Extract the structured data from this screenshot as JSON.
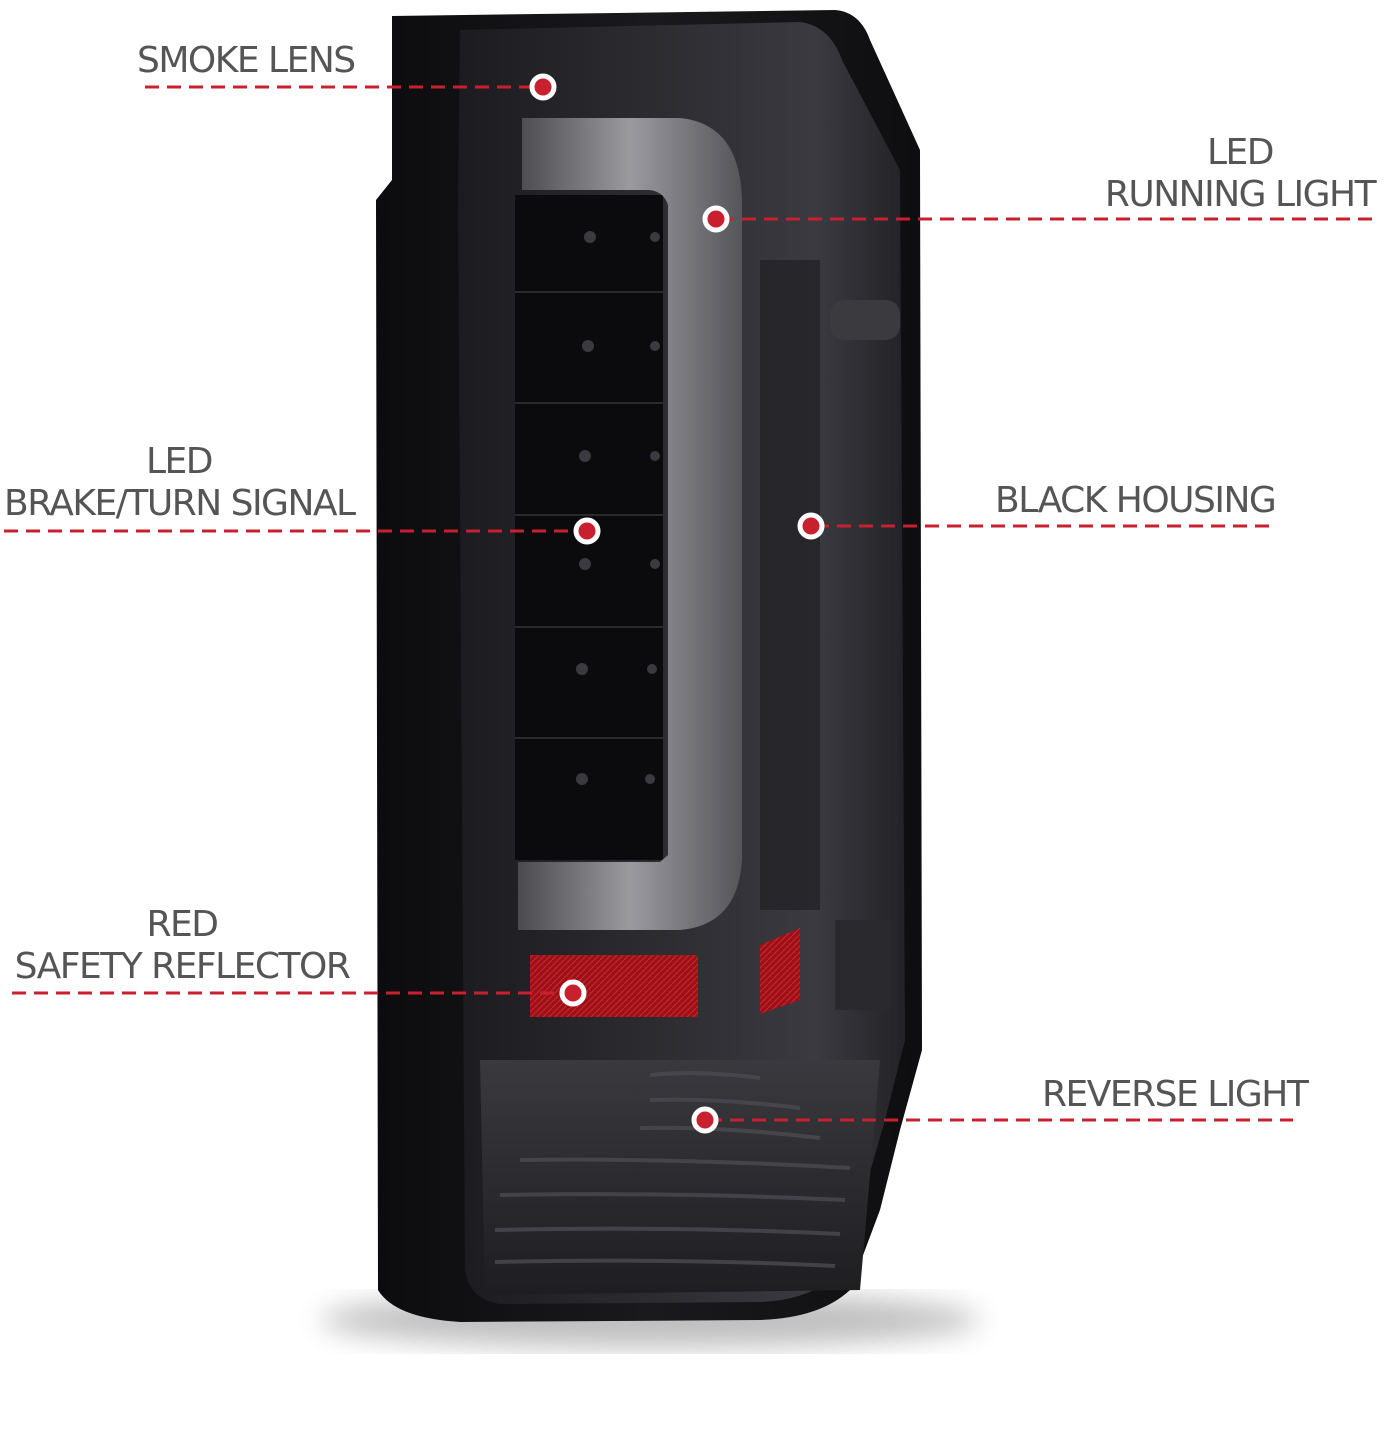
{
  "callouts": {
    "smoke_lens": {
      "text": "SMOKE LENS"
    },
    "running_light": {
      "line1": "LED",
      "line2": "RUNNING LIGHT"
    },
    "brake_turn": {
      "line1": "LED",
      "line2": "BRAKE/TURN SIGNAL"
    },
    "black_housing": {
      "text": "BLACK HOUSING"
    },
    "safety_reflector": {
      "line1": "RED",
      "line2": "SAFETY REFLECTOR"
    },
    "reverse_light": {
      "text": "REVERSE LIGHT"
    }
  },
  "colors": {
    "callout_line": "#c8202e",
    "label_text": "#555555",
    "housing": "#151517",
    "lens_smoke": "#2a2a2e",
    "light_bar": "#8a8a8e",
    "reflector": "#b3161e"
  }
}
